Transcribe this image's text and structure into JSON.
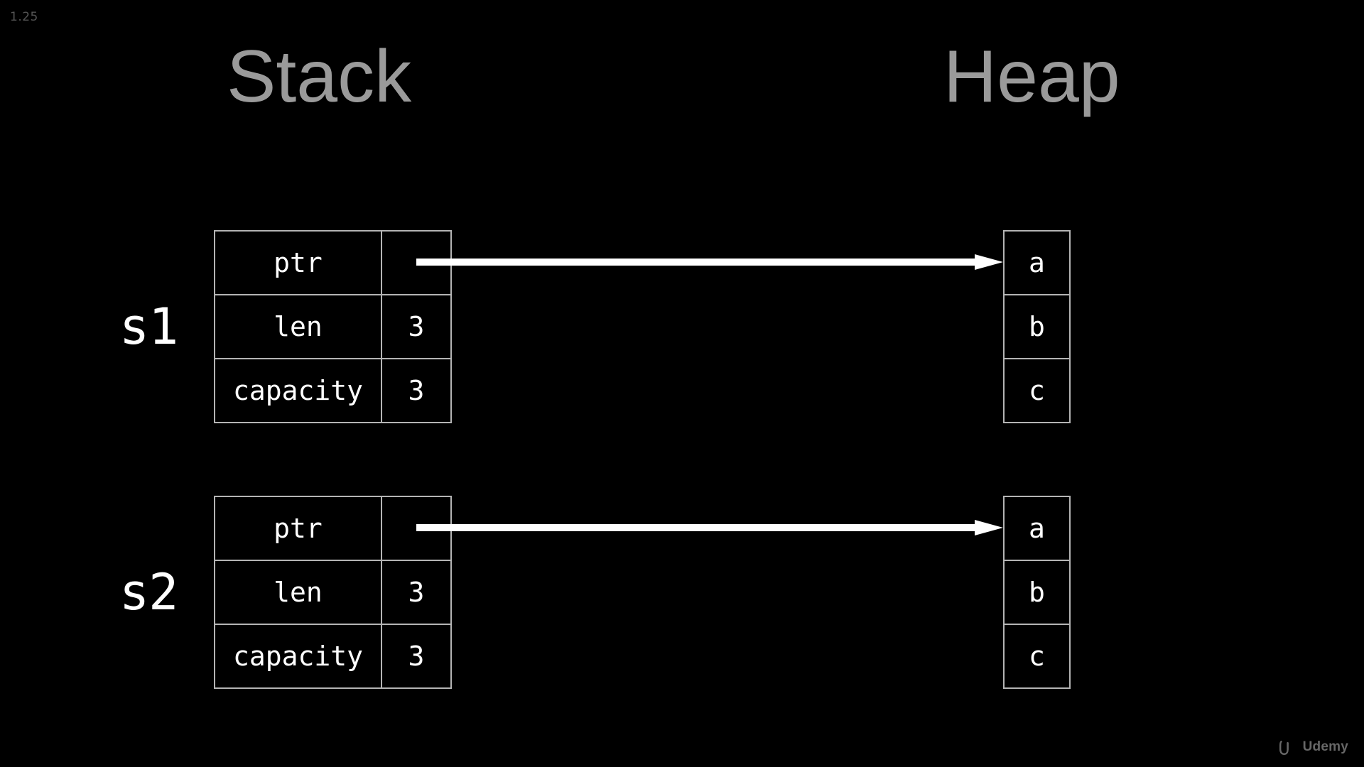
{
  "slide": {
    "version_stamp": "1.25",
    "background_color": "#000000",
    "title_color": "#9a9a9a",
    "line_color": "#b4b4b4",
    "text_color": "#ffffff"
  },
  "columns": {
    "stack_title": "Stack",
    "heap_title": "Heap"
  },
  "variables": [
    {
      "label": "s1",
      "fields": [
        {
          "name": "ptr",
          "value": ""
        },
        {
          "name": "len",
          "value": "3"
        },
        {
          "name": "capacity",
          "value": "3"
        }
      ],
      "heap_cells": [
        "a",
        "b",
        "c"
      ],
      "arrow": {
        "from": "ptr",
        "to": "heap-cell-a"
      }
    },
    {
      "label": "s2",
      "fields": [
        {
          "name": "ptr",
          "value": ""
        },
        {
          "name": "len",
          "value": "3"
        },
        {
          "name": "capacity",
          "value": "3"
        }
      ],
      "heap_cells": [
        "a",
        "b",
        "c"
      ],
      "arrow": {
        "from": "ptr",
        "to": "heap-cell-a"
      }
    }
  ],
  "watermark": {
    "icon": "udemy-u-icon",
    "text": "Udemy"
  }
}
